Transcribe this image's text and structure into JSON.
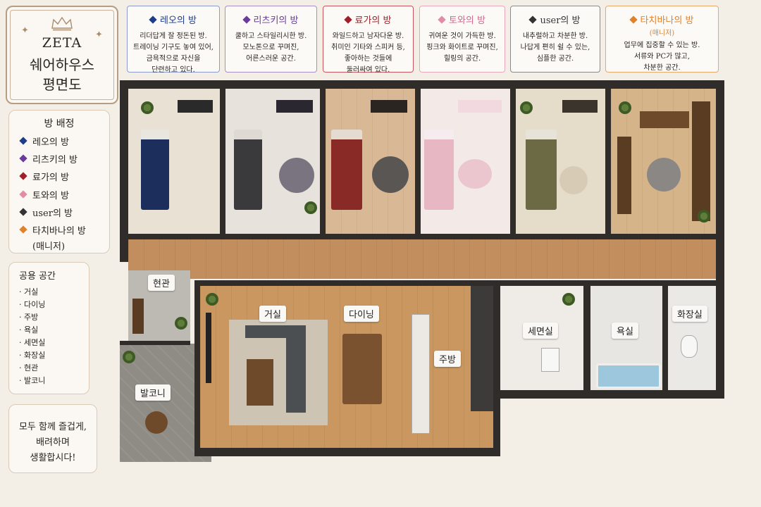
{
  "title": {
    "line1": "ZETA",
    "line2": "쉐어하우스",
    "line3": "평면도"
  },
  "legend": {
    "heading": "방 배정",
    "items": [
      {
        "label": "레오의 방",
        "color": "#1f3c88"
      },
      {
        "label": "리츠키의 방",
        "color": "#6a3a9c"
      },
      {
        "label": "료가의 방",
        "color": "#a01f2a"
      },
      {
        "label": "토와의 방",
        "color": "#e48ba8"
      },
      {
        "label": "user의 방",
        "color": "#333333"
      },
      {
        "label": "타치바나의 방",
        "label2": "(매니저)",
        "color": "#e0822c"
      }
    ]
  },
  "common": {
    "heading": "공용 공간",
    "items": [
      "· 거실",
      "· 다이닝",
      "· 주방",
      "· 욕실",
      "· 세면실",
      "· 화장실",
      "· 현관",
      "· 발코니"
    ]
  },
  "motto": {
    "line1": "모두 함께 즐겁게,",
    "line2": "배려하며",
    "line3": "생활합시다!"
  },
  "room_cards": [
    {
      "title": "레오의 방",
      "color": "#1f3c88",
      "border": "#8b9bd0",
      "desc": [
        "리더답게 잘 정돈된 방.",
        "트레이닝 기구도 놓여 있어,",
        "금욕적으로 자신을",
        "단련하고 있다."
      ]
    },
    {
      "title": "리츠키의 방",
      "color": "#6a3a9c",
      "border": "#a98cc8",
      "desc": [
        "쿨하고 스타일리시한 방.",
        "모노톤으로 꾸며진,",
        "어른스러운 공간."
      ]
    },
    {
      "title": "료가의 방",
      "color": "#a01f2a",
      "border": "#c9545c",
      "desc": [
        "와일드하고 남자다운 방.",
        "취미인 기타와 스피커 등,",
        "좋아하는 것들에",
        "둘러싸여 있다."
      ]
    },
    {
      "title": "토와의 방",
      "color": "#e48ba8",
      "border": "#eaa6bd",
      "desc": [
        "귀여운 것이 가득한 방.",
        "핑크와 화이트로 꾸며진,",
        "힐링의 공간."
      ]
    },
    {
      "title": "user의 방",
      "color": "#333333",
      "border": "#8a8a8a",
      "desc": [
        "내추럴하고 차분한 방.",
        "나답게 편히 쉴 수 있는,",
        "심플한 공간."
      ]
    },
    {
      "title": "타치바나의 방",
      "sub": "(매니저)",
      "color": "#e0822c",
      "border": "#e9a86a",
      "desc": [
        "업무에 집중할 수 있는 방.",
        "서류와 PC가 많고,",
        "차분한 공간."
      ]
    }
  ],
  "plan_labels": {
    "entrance": "현관",
    "balcony": "발코니",
    "living": "거실",
    "dining": "다이닝",
    "kitchen": "주방",
    "washroom": "세면실",
    "bathroom": "욕실",
    "toilet": "화장실"
  },
  "bed_colors": [
    "#1c2f5c",
    "#3a3a3c",
    "#8a2a26",
    "#e8b7c4",
    "#6c6a45",
    ""
  ]
}
